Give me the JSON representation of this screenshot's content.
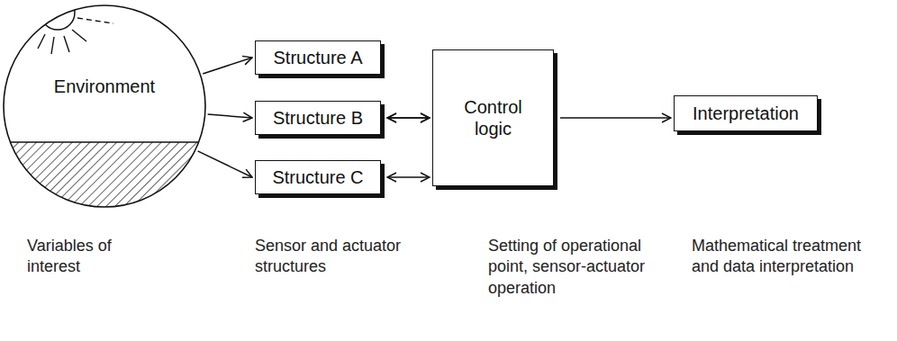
{
  "diagram": {
    "nodes": [
      {
        "text": [
          "Environment"
        ]
      },
      {
        "text": [
          "Structure A"
        ]
      },
      {
        "text": [
          "Structure B"
        ]
      },
      {
        "text": [
          "Structure C"
        ]
      },
      {
        "text": [
          "Control logic"
        ]
      },
      {
        "text": [
          "Interpretation"
        ]
      }
    ],
    "edges": [
      {
        "from": 0,
        "to": 1,
        "arrow": "to"
      },
      {
        "from": 0,
        "to": 2,
        "arrow": "to"
      },
      {
        "from": 0,
        "to": 3,
        "arrow": "to"
      },
      {
        "from": 1,
        "to": 4,
        "arrow": "both"
      },
      {
        "from": 2,
        "to": 4,
        "arrow": "both"
      },
      {
        "from": 3,
        "to": 4,
        "arrow": "both"
      },
      {
        "from": 4,
        "to": 5,
        "arrow": "to"
      }
    ],
    "labels": [
      "Variables of interest",
      "Sensor and actuator structures",
      "Setting of operational point, sensor-actuator operation",
      "Mathematical treatment and data interpretation"
    ]
  }
}
